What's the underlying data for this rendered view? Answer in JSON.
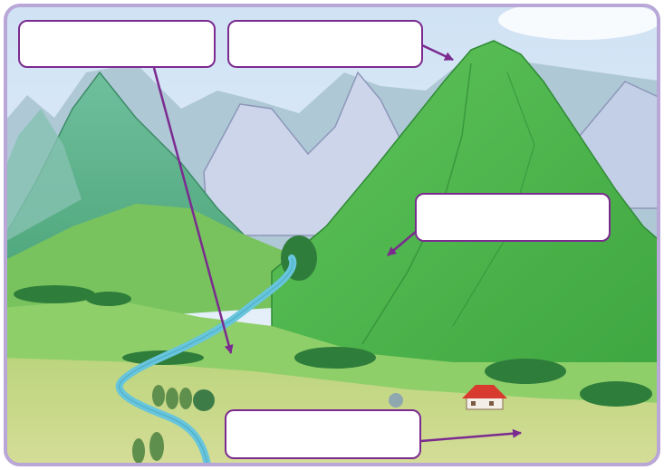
{
  "diagram": {
    "labels": [
      {
        "id": "label-top-left",
        "text": ""
      },
      {
        "id": "label-top-middle",
        "text": ""
      },
      {
        "id": "label-middle-right",
        "text": ""
      },
      {
        "id": "label-bottom",
        "text": ""
      }
    ],
    "colors": {
      "frame_border": "#b9a7d8",
      "label_border": "#7b2b8f",
      "arrow": "#7b2b8f",
      "sky": "#dbe9f6",
      "main_mountain": "#52b84c",
      "river": "#67c5dc",
      "field": "#c8d98a",
      "house_roof": "#d93a2f"
    }
  }
}
